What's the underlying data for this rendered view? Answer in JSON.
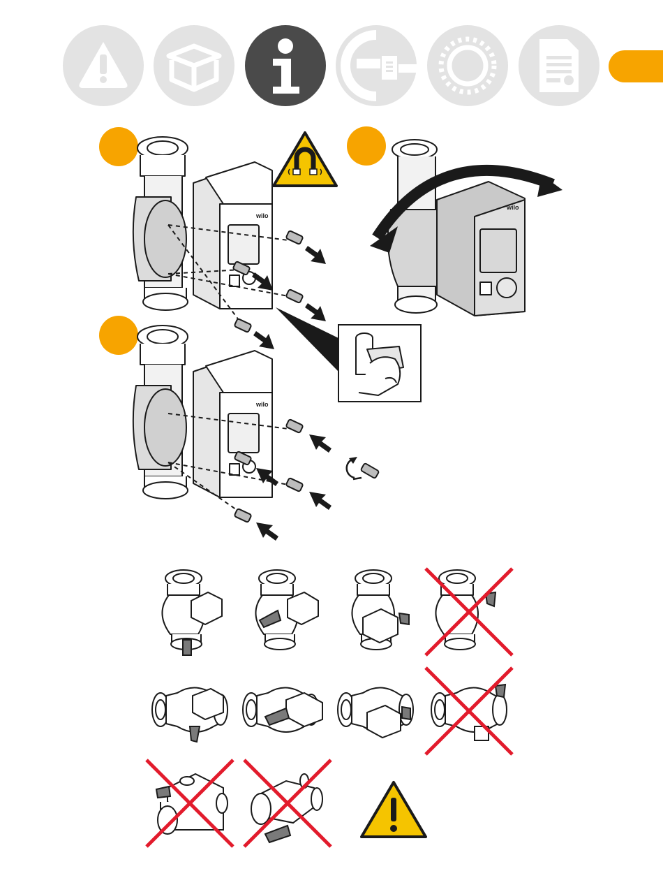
{
  "nav": {
    "tabs": [
      {
        "icon": "warning-icon",
        "active": false
      },
      {
        "icon": "package-box-icon",
        "active": false
      },
      {
        "icon": "info-icon",
        "active": true
      },
      {
        "icon": "installation-pipe-icon",
        "active": false
      },
      {
        "icon": "dial-settings-icon",
        "active": false
      },
      {
        "icon": "document-icon",
        "active": false
      }
    ],
    "side_tab_color": "#f7a400"
  },
  "brand": {
    "logo_text": "wilo"
  },
  "colors": {
    "accent": "#f7a400",
    "warning_yellow": "#f5c400",
    "forbidden_red": "#e21b2c",
    "nav_inactive": "#e3e3e3",
    "nav_active": "#4a4a4a"
  },
  "steps": [
    {
      "badge": "step-1",
      "subject": "remove-module-screws"
    },
    {
      "badge": "step-2",
      "subject": "rotate-module"
    },
    {
      "badge": "step-3",
      "subject": "refit-module-screws"
    }
  ],
  "positions": [
    {
      "row": 1,
      "allowed": true
    },
    {
      "row": 1,
      "allowed": true
    },
    {
      "row": 1,
      "allowed": true
    },
    {
      "row": 1,
      "allowed": false
    },
    {
      "row": 2,
      "allowed": true
    },
    {
      "row": 2,
      "allowed": true
    },
    {
      "row": 2,
      "allowed": true
    },
    {
      "row": 2,
      "allowed": false
    },
    {
      "row": 3,
      "allowed": false
    },
    {
      "row": 3,
      "allowed": false
    }
  ]
}
